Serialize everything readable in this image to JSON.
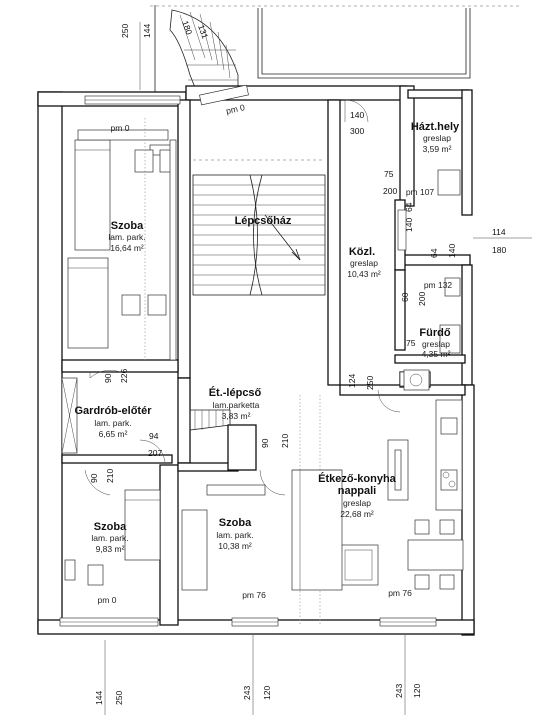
{
  "rooms": {
    "hazt": {
      "name": "Házt.hely",
      "floor": "greslap",
      "area": "3,59 m²"
    },
    "lepcsohaz": {
      "name": "Lépcsőház"
    },
    "kozl": {
      "name": "Közl.",
      "floor": "greslap",
      "area": "10,43 m²"
    },
    "szoba_top": {
      "name": "Szoba",
      "floor": "lam. park.",
      "area": "16,64 m²"
    },
    "furdo": {
      "name": "Fürdő",
      "floor": "greslap",
      "area": "4,35 m²"
    },
    "gardrob": {
      "name": "Gardrób-előtér",
      "floor": "lam. park.",
      "area": "6,65 m²"
    },
    "et_lepcso": {
      "name": "Ét.-lépcső",
      "floor": "lam.parketta",
      "area": "3,83 m²"
    },
    "szoba_bl": {
      "name": "Szoba",
      "floor": "lam. park.",
      "area": "9,83 m²"
    },
    "szoba_bm": {
      "name": "Szoba",
      "floor": "lam. park.",
      "area": "10,38 m²"
    },
    "etkezo": {
      "name": "Étkező-konyha",
      "name2": "nappali",
      "floor": "greslap",
      "area": "22,68 m²"
    }
  },
  "levels": {
    "pm0_a": "pm 0",
    "pm0_b": "pm 0",
    "pm0_c": "pm 0",
    "pm107": "pm 107",
    "pm132": "pm 132",
    "pm76_a": "pm 76",
    "pm76_b": "pm 76"
  },
  "dims": {
    "d250_top": "250",
    "d144_top": "144",
    "d131": "131",
    "d180_top": "180",
    "d140_a": "140",
    "d300": "300",
    "d75_a": "75",
    "d200_a": "200",
    "d140_b": "140",
    "d64_a": "64",
    "d64_b": "64",
    "d140_c": "140",
    "d114": "114",
    "d180_r": "180",
    "d60": "60",
    "d200_b": "200",
    "d75_b": "75",
    "d90_a": "90",
    "d226": "226",
    "d124": "124",
    "d250_mid": "250",
    "d94": "94",
    "d207": "207",
    "d90_b": "90",
    "d210_a": "210",
    "d90_c": "90",
    "d210_b": "210",
    "d144_bot": "144",
    "d250_bot": "250",
    "d243_a": "243",
    "d120_a": "120",
    "d243_b": "243",
    "d120_b": "120"
  }
}
